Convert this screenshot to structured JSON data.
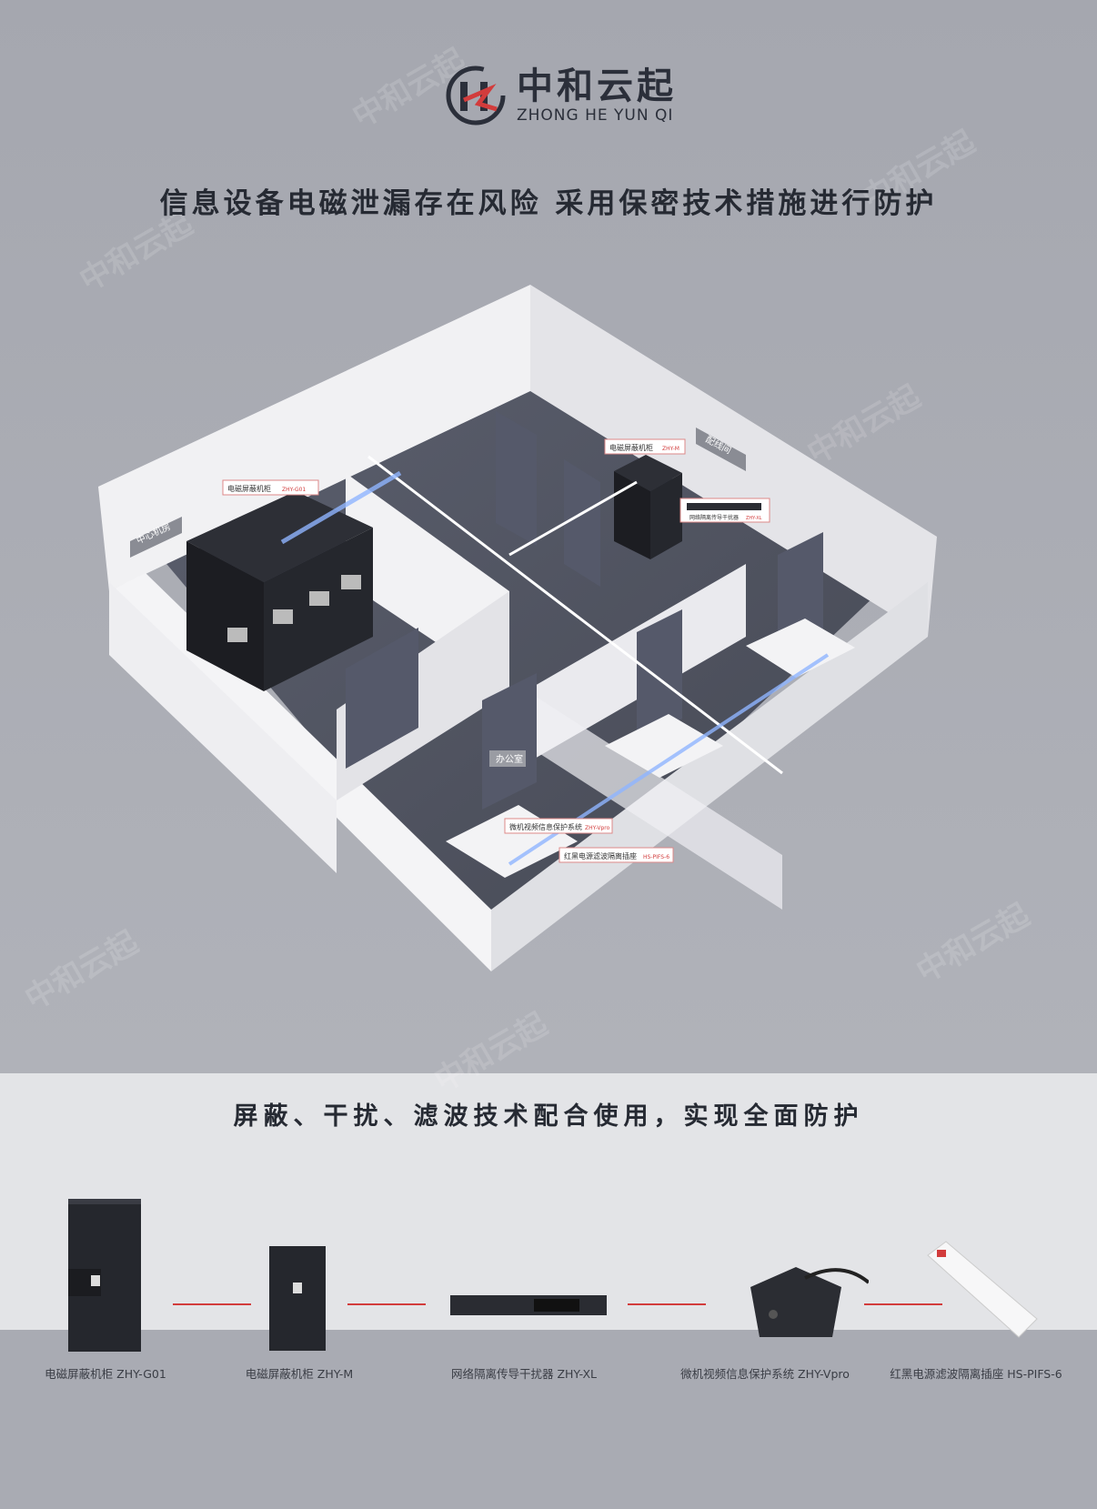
{
  "brand": {
    "name_cn": "中和云起",
    "name_en": "ZHONG HE YUN QI",
    "logo_letters": "HZ"
  },
  "headline": "信息设备电磁泄漏存在风险   采用保密技术措施进行防护",
  "scene": {
    "rooms": {
      "center": "中心机房",
      "wiring": "配线间",
      "office": "办公室"
    },
    "callouts": [
      {
        "name": "电磁屏蔽机柜",
        "model": "ZHY-G01"
      },
      {
        "name": "电磁屏蔽机柜",
        "model": "ZHY-M"
      },
      {
        "name": "网络隔离传导干扰器",
        "model": "ZHY-XL"
      },
      {
        "name": "微机视频信息保护系统",
        "model": "ZHY-Vpro"
      },
      {
        "name": "红黑电源滤波隔离插座",
        "model": "HS-PIFS-6"
      }
    ],
    "watermark": "中和云起"
  },
  "products_title": "屏蔽、干扰、滤波技术配合使用，实现全面防护",
  "products": [
    {
      "caption": "电磁屏蔽机柜 ZHY-G01"
    },
    {
      "caption": "电磁屏蔽机柜 ZHY-M"
    },
    {
      "caption": "网络隔离传导干扰器 ZHY-XL"
    },
    {
      "caption": "微机视频信息保护系统 ZHY-Vpro"
    },
    {
      "caption": "红黑电源滤波隔离插座 HS-PIFS-6"
    }
  ],
  "colors": {
    "accent": "#d23c3c",
    "background": "#a8aab2",
    "band": "#e3e4e7",
    "text": "#262a33",
    "beam": "#8fb4ff"
  }
}
